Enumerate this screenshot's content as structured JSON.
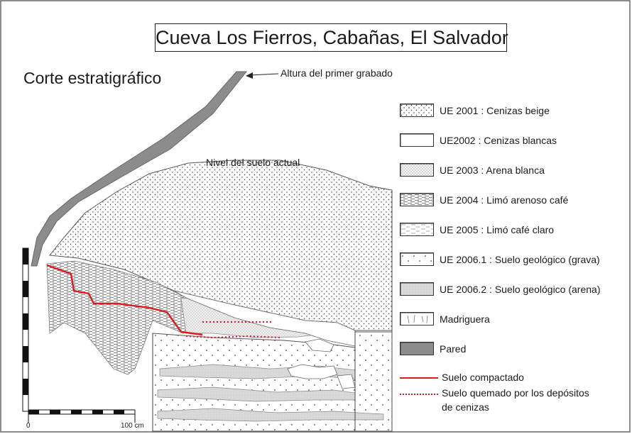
{
  "title": "Cueva Los Fierros, Cabañas, El Salvador",
  "section_label": "Corte estratigráfico",
  "annotations": {
    "first_engraving": "Altura del primer grabado",
    "ground_level": "Nivel del suelo actual"
  },
  "legend": {
    "units": [
      {
        "label": "UE 2001 : Cenizas beige",
        "pattern": "dots-dense"
      },
      {
        "label": "UE2002 : Cenizas blancas",
        "pattern": "blank"
      },
      {
        "label": "UE 2003 : Arena blanca",
        "pattern": "fine-stipple"
      },
      {
        "label": "UE 2004 : Limó arenoso café",
        "pattern": "hatch-dense"
      },
      {
        "label": "UE 2005 : Limó café claro",
        "pattern": "hatch-sparse"
      },
      {
        "label": "UE 2006.1 : Suelo geológico (grava)",
        "pattern": "dots-sparse"
      },
      {
        "label": "UE 2006.2 : Suelo geológico (arena)",
        "pattern": "gray-fill"
      },
      {
        "label": "Madriguera",
        "pattern": "burrow"
      },
      {
        "label": "Pared",
        "pattern": "wall"
      }
    ],
    "lines": [
      {
        "label": "Suelo compactado",
        "style": "solid",
        "color": "#e0191e"
      },
      {
        "label_lines": [
          "Suelo quemado por los depósitos",
          "de cenizas"
        ],
        "style": "dotted",
        "color": "#e0191e"
      }
    ]
  },
  "scale": {
    "start": "0",
    "end": "100 cm"
  },
  "colors": {
    "wall": "#8c8c8c",
    "red": "#e0191e",
    "frame": "#666666"
  }
}
